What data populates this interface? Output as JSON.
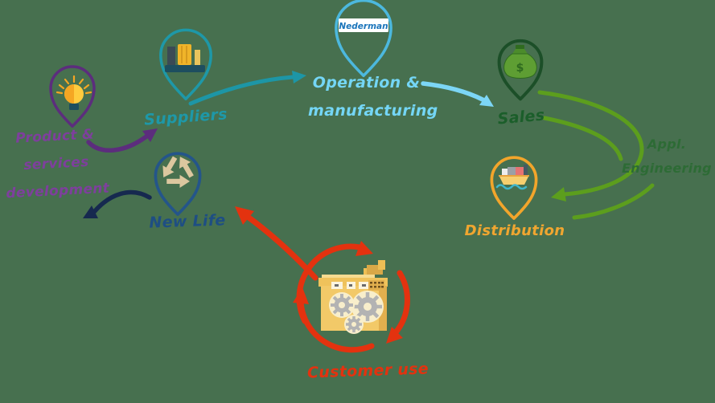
{
  "background_color": "#47704F",
  "brand": {
    "logo_text": "Nederman",
    "logo_color": "#1B75BB"
  },
  "nodes": {
    "product_development": {
      "label": "Product &\nservices\ndevelopment",
      "color": "#7E3F9D",
      "pin_color": "#5C2D7D",
      "icon": "lightbulb-icon"
    },
    "suppliers": {
      "label": "Suppliers",
      "color": "#1E98A8",
      "pin_color": "#1E98A8",
      "icon": "factory-icon"
    },
    "operation_manufacturing": {
      "label": "Operation &\nmanufacturing",
      "color": "#74D6F6",
      "pin_color": "#4CB8DE",
      "icon": "nederman-logo"
    },
    "sales": {
      "label": "Sales",
      "color": "#1B5E2A",
      "pin_color": "#1C4F28",
      "icon": "money-bag-icon"
    },
    "appl_engineering": {
      "label": "Appl.\nEngineering",
      "color": "#2D6B35"
    },
    "distribution": {
      "label": "Distribution",
      "color": "#F0A630",
      "pin_color": "#F2A52B",
      "icon": "cargo-ship-icon"
    },
    "new_life": {
      "label": "New Life",
      "color": "#1E4E83",
      "pin_color": "#24558A",
      "icon": "recycle-icon"
    },
    "customer_use": {
      "label": "Customer use",
      "color": "#E3320F",
      "icon": "machine-icon"
    }
  },
  "arrows": {
    "product_to_suppliers": {
      "color": "#5C2D7D"
    },
    "suppliers_to_operation": {
      "color": "#1D96A6"
    },
    "operation_to_sales": {
      "color": "#7CD6F6"
    },
    "sales_to_appl_engineering": {
      "color": "#5C9E1D"
    },
    "appl_engineering_to_distribution": {
      "color": "#5C9E1D"
    },
    "customer_use_loop": {
      "color": "#E3320F"
    },
    "customer_to_new_life": {
      "color": "#E3320F"
    },
    "new_life_to_development": {
      "color": "#16294F"
    }
  }
}
